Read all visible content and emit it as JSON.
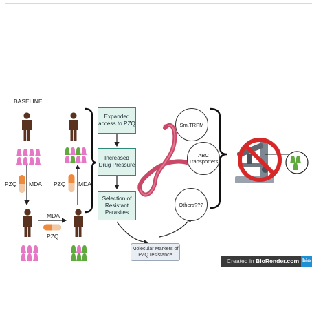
{
  "baseline_label": "BASELINE",
  "pzq_left_label": "PZQ",
  "mda_left_label": "MDA",
  "pzq_mid_label": "PZQ",
  "mda_mid_label": "MDA",
  "mda_bottom_label": "MDA",
  "pzq_bottom_label": "PZQ",
  "boxes": [
    "Expanded access to PZQ",
    "Increased Drug Pressure",
    "Selection of Resistant Parasites"
  ],
  "circles": [
    "Sm.TRPM",
    "ABC Transporters",
    "Others???"
  ],
  "marker_text": "Molecular Markers of PZQ resistance",
  "badge": {
    "prefix": "Created in ",
    "brand": "BioRender.com",
    "logo": "bio"
  },
  "colors": {
    "person": "#5a3320",
    "parasite_pink": "#e577c4",
    "parasite_green": "#5faa3e",
    "box_fill": "#dff3ec",
    "box_border": "#2e8b7a",
    "worm": "#c94767",
    "prohibit": "#d62828"
  },
  "icons": [
    "person-icon",
    "pill-icon",
    "parasite-icon",
    "worm-icon",
    "microscope-icon",
    "prohibition-icon"
  ]
}
